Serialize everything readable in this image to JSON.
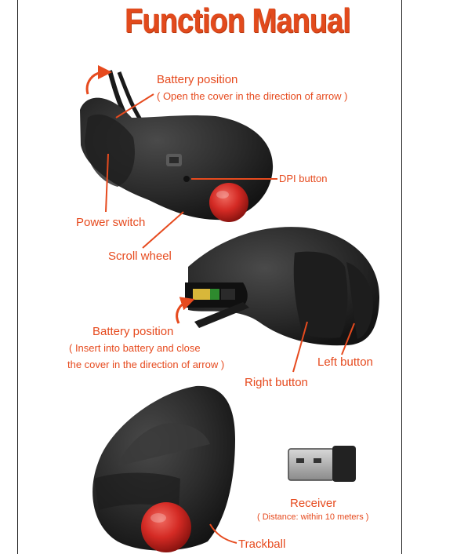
{
  "title": "Function Manual",
  "labels": {
    "battery_position_top": "Battery position",
    "battery_position_top_note": "( Open the cover in the direction of arrow )",
    "dpi_button": "DPI button",
    "power_switch": "Power switch",
    "scroll_wheel": "Scroll wheel",
    "battery_position_mid": "Battery position",
    "battery_position_mid_note_1": "(  Insert into battery and close",
    "battery_position_mid_note_2": "the cover in the direction of arrow )",
    "left_button": "Left button",
    "right_button": "Right button",
    "receiver": "Receiver",
    "receiver_note": "( Distance: within 10 meters )",
    "trackball": "Trackball"
  },
  "colors": {
    "accent": "#e64a1e",
    "title": "#e24a1c",
    "device_body": "#2a2a2a",
    "trackball": "#d42a24"
  },
  "icons": [
    "arrow-curved-icon"
  ]
}
